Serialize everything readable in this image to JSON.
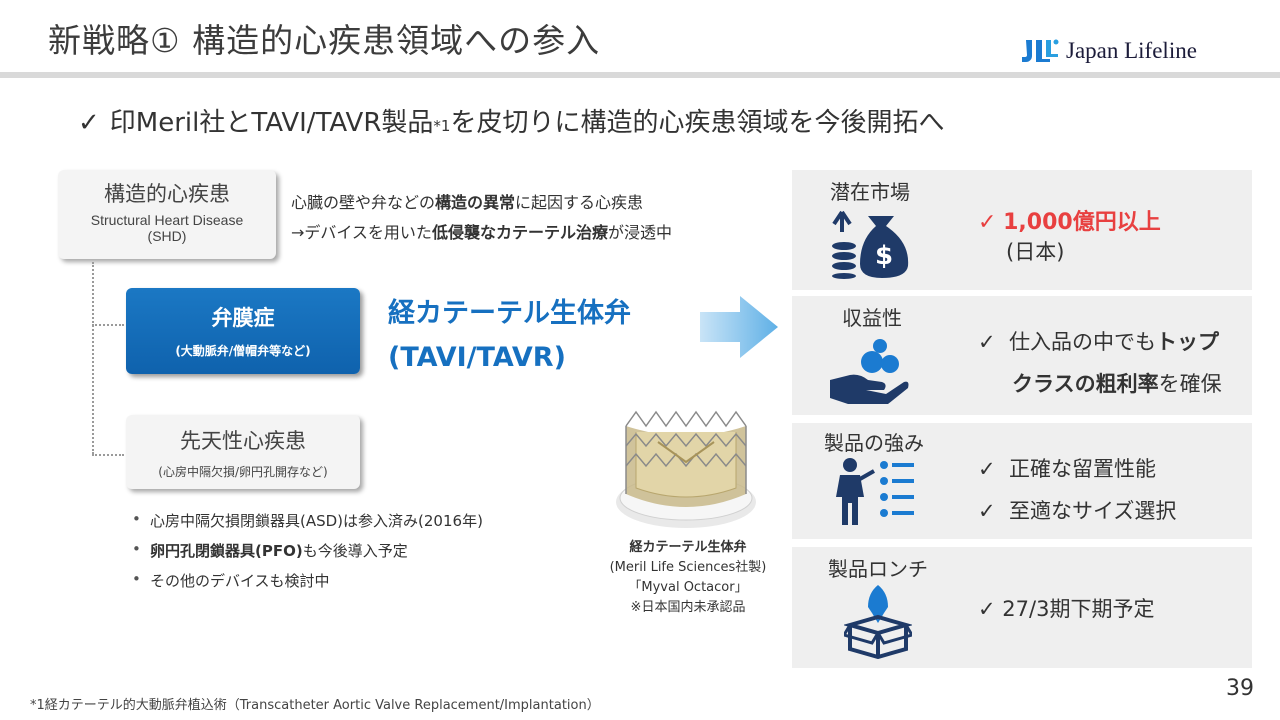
{
  "header": {
    "title": "新戦略① 構造的心疾患領域への参入",
    "logo_text": "Japan Lifeline",
    "logo_mark": "JLL"
  },
  "headline": {
    "check": "✓",
    "text_before": "印Meril社とTAVI/TAVR製品",
    "sup": "*1",
    "text_after": "を皮切りに構造的心疾患領域を今後開拓へ"
  },
  "shd_box": {
    "title": "構造的心疾患",
    "english": "Structural Heart Disease",
    "abbr": "(SHD)"
  },
  "description": {
    "line1_pre": "心臓の壁や弁などの",
    "line1_bold": "構造の異常",
    "line1_post": "に起因する心疾患",
    "line2_pre": "→デバイスを用いた",
    "line2_bold": "低侵襲なカテーテル治療",
    "line2_post": "が浸透中"
  },
  "valve_box": {
    "title": "弁膜症",
    "subtitle": "(大動脈弁/僧帽弁等など)"
  },
  "chd_box": {
    "title": "先天性心疾患",
    "subtitle": "(心房中隔欠損/卵円孔開存など)"
  },
  "tavi": {
    "line1": "経カテーテル生体弁",
    "line2": "(TAVI/TAVR)"
  },
  "bullets": {
    "b1": "心房中隔欠損閉鎖器具(ASD)は参入済み(2016年)",
    "b2_bold": "卵円孔閉鎖器具(PFO)",
    "b2_post": "も今後導入予定",
    "b3": "その他のデバイスも検討中"
  },
  "caption": {
    "line1": "経カテーテル生体弁",
    "line2": "(Meril Life Sciences社製)",
    "line3": "「Myval Octacor」",
    "line4": "※日本国内未承認品"
  },
  "panels": {
    "market": {
      "title": "潜在市場",
      "check": "✓",
      "value": "1,000億円以上",
      "note": "(日本)",
      "icon": "money-bag-icon"
    },
    "profit": {
      "title": "収益性",
      "check": "✓",
      "line1_pre": "仕入品の中でも",
      "line1_bold": "トップ",
      "line2_bold": "クラスの粗利率",
      "line2_post": "を確保",
      "icon": "hand-coins-icon"
    },
    "strength": {
      "title": "製品の強み",
      "check": "✓",
      "line1": "正確な留置性能",
      "line2": "至適なサイズ選択",
      "icon": "person-checklist-icon"
    },
    "launch": {
      "title": "製品ロンチ",
      "check": "✓",
      "line1": "27/3期下期予定",
      "icon": "rocket-box-icon"
    }
  },
  "footer": {
    "page_number": "39",
    "footnote": "*1経カテーテル的大動脈弁植込術（Transcatheter Aortic Valve Replacement/Implantation）"
  },
  "colors": {
    "accent_blue": "#1670c0",
    "highlight_red": "#e84040",
    "panel_bg": "#efefef",
    "icon_navy": "#1f3a68"
  }
}
